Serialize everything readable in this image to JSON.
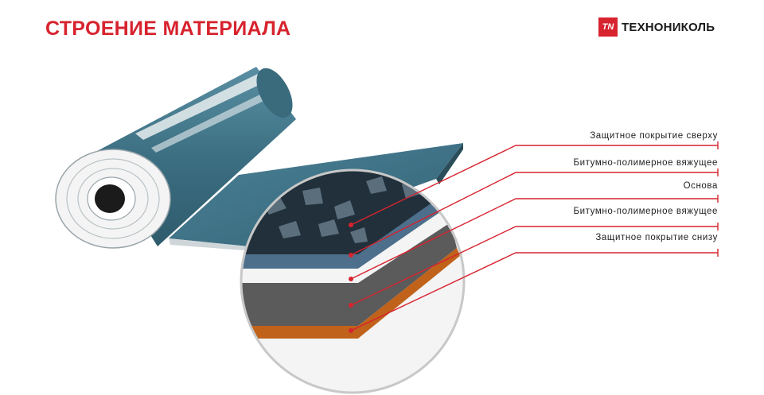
{
  "title": "СТРОЕНИЕ МАТЕРИАЛА",
  "logo": {
    "mark": "TN",
    "text": "ТЕХНОНИКОЛЬ"
  },
  "layers": [
    "Защитное покрытие сверху",
    "Битумно-полимерное вяжущее",
    "Основа",
    "Битумно-полимерное вяжущее",
    "Защитное покрытие снизу"
  ],
  "colors": {
    "accent": "#d7232e",
    "membrane": "#3f7689",
    "granules": "#1f2730",
    "bitumen_top": "#4d6f8c",
    "base": "#f2f2f2",
    "bitumen": "#5b5b5b",
    "bottom_coat": "#c0621a"
  }
}
